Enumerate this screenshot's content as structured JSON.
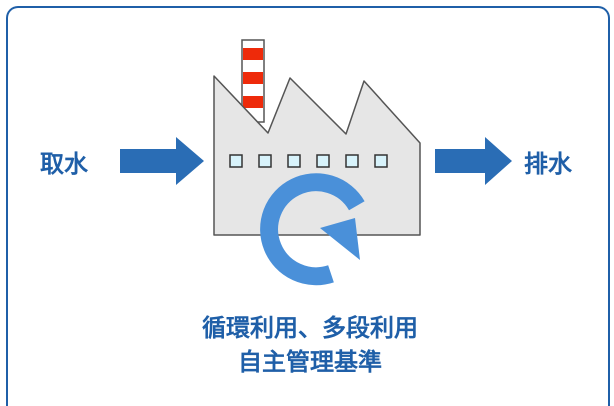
{
  "intake_label": "取水",
  "discharge_label": "排水",
  "caption": {
    "line1": "循環利用、多段利用",
    "line2": "自主管理基準"
  },
  "colors": {
    "accent_blue": "#1f5fa8",
    "arrow_blue": "#2a6db5",
    "cycle_blue": "#4a90d9",
    "factory_fill": "#e6e6e6",
    "factory_stroke": "#555555",
    "chimney_red": "#ee2a0a"
  },
  "icons": [
    "factory-icon",
    "chimney-icon",
    "cycle-arrow-icon",
    "right-arrow-icon"
  ]
}
